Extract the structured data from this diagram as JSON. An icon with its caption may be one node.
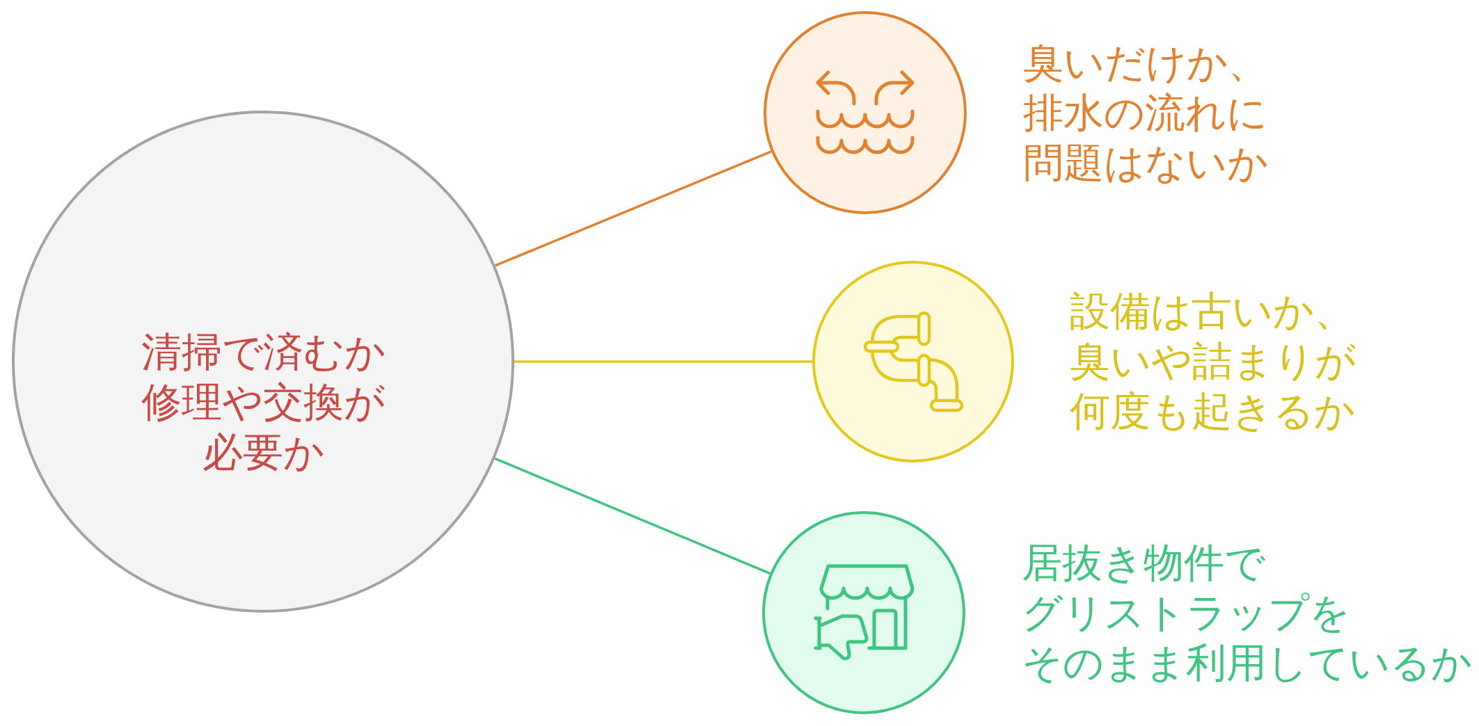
{
  "diagram": {
    "nodes": [
      {
        "text": [
          "清掃で済むか修理や交換が必要か"
        ]
      },
      {
        "text": [],
        "shape": "circle",
        "beside": [
          "臭いだけか、排水の流れに問題はないか"
        ]
      },
      {
        "text": [],
        "shape": "circle",
        "beside": [
          "設備は古いか、臭いや詰まりが何度も起きるか"
        ]
      },
      {
        "text": [],
        "shape": "circle",
        "beside": [
          "居抜き物件でグリストラップをそのまま利用しているか"
        ]
      }
    ],
    "edges": [
      {
        "from": 0,
        "to": 1,
        "arrow": "none",
        "color": "#e0822f"
      },
      {
        "from": 0,
        "to": 2,
        "arrow": "none",
        "color": "#e3c81d"
      },
      {
        "from": 0,
        "to": 3,
        "arrow": "none",
        "color": "#3fc57f"
      }
    ]
  }
}
